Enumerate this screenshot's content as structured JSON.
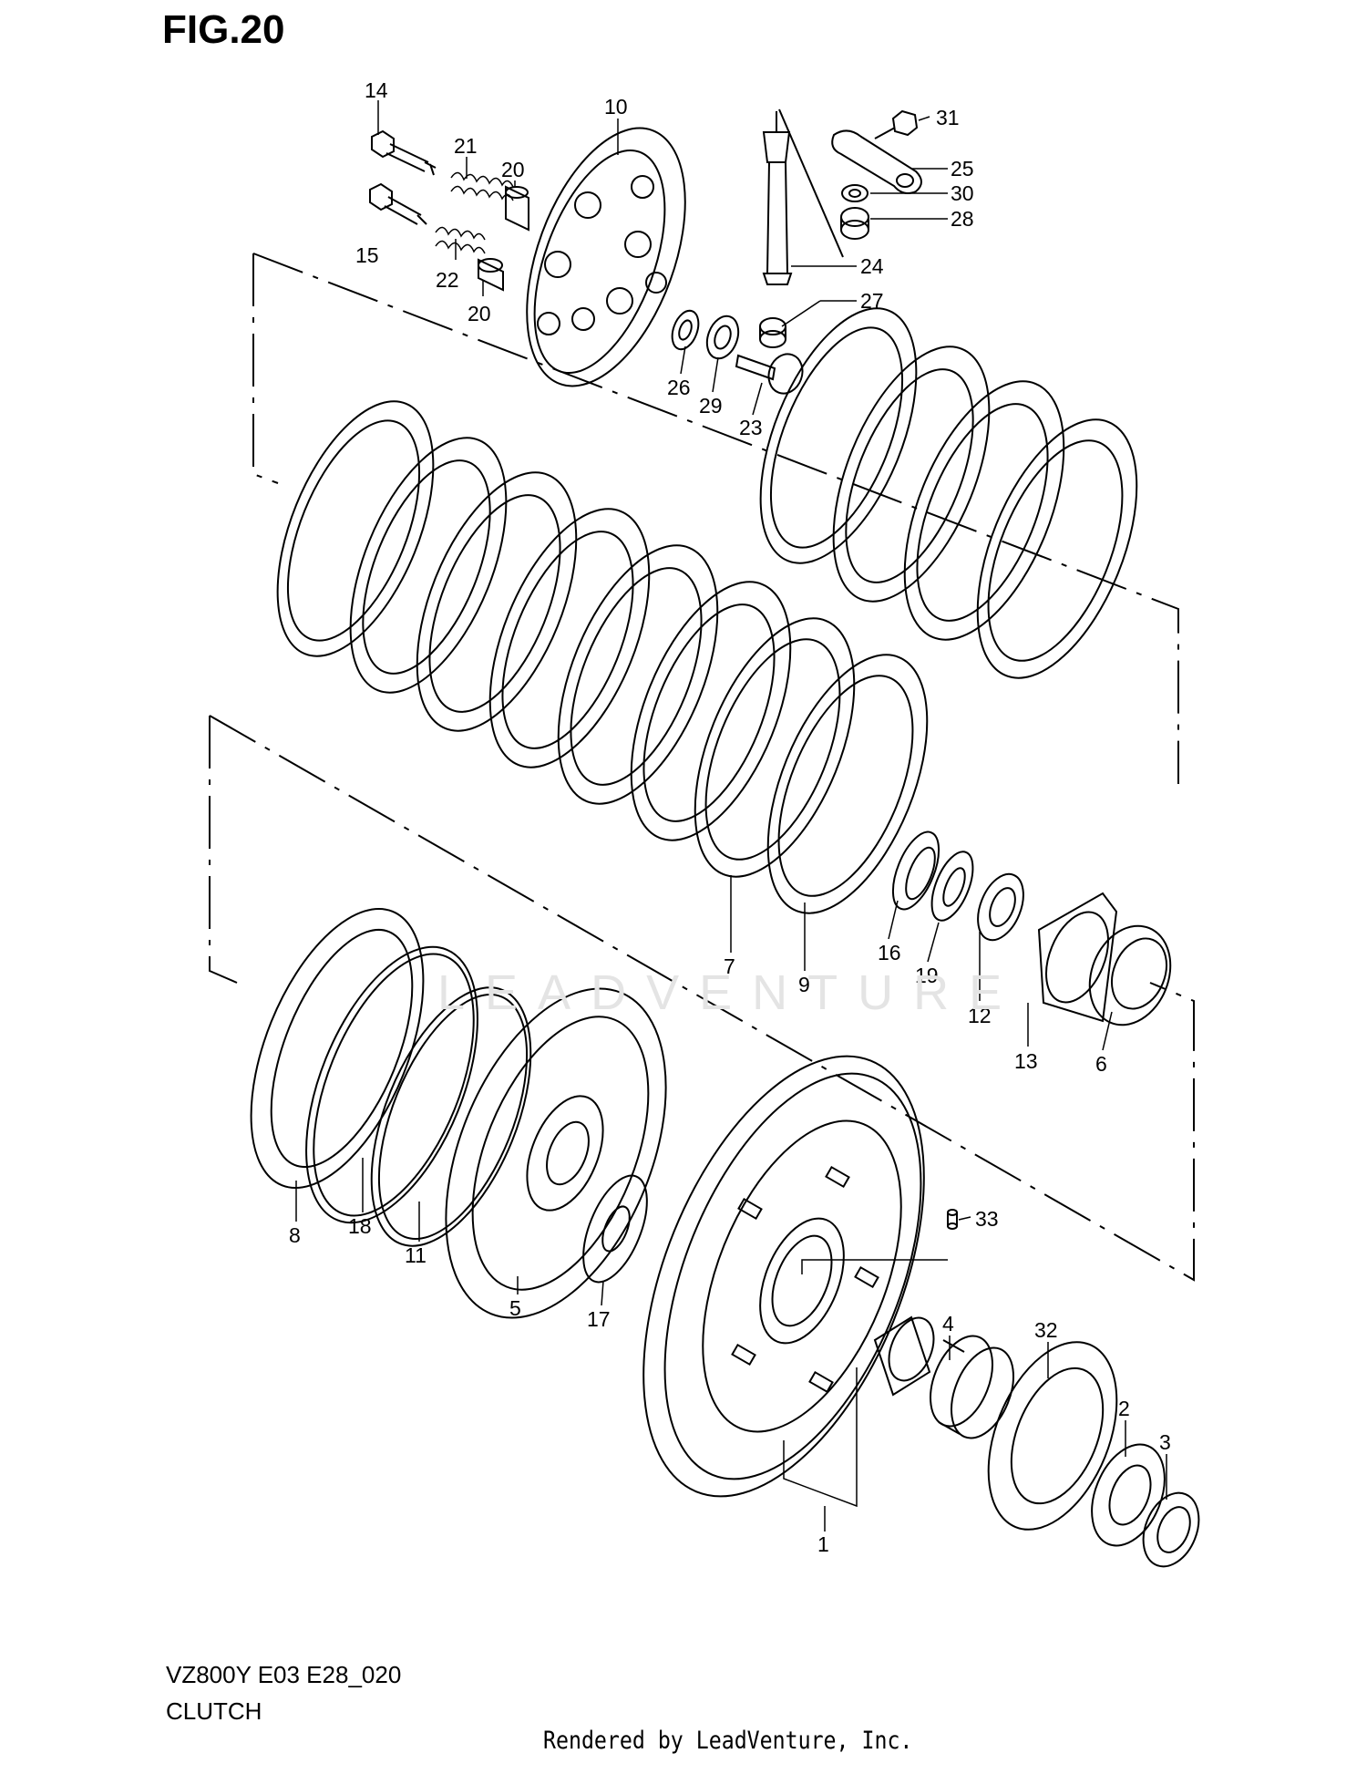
{
  "figure": {
    "title": "FIG.20",
    "model": "VZ800Y E03 E28_020",
    "section": "CLUTCH",
    "footer": "Rendered by LeadVenture, Inc.",
    "watermark": "LEADVENTURE"
  },
  "callouts": [
    "14",
    "10",
    "21",
    "20",
    "15",
    "22",
    "20",
    "31",
    "25",
    "30",
    "28",
    "24",
    "27",
    "26",
    "29",
    "23",
    "7",
    "9",
    "16",
    "19",
    "12",
    "13",
    "6",
    "8",
    "18",
    "11",
    "5",
    "17",
    "33",
    "4",
    "32",
    "2",
    "3",
    "1"
  ]
}
